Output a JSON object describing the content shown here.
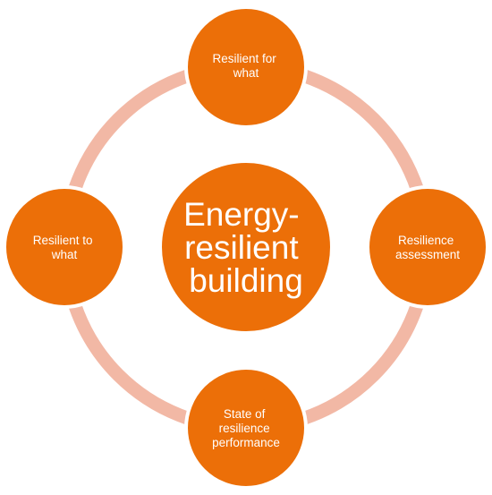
{
  "diagram": {
    "center": {
      "lines": [
        "Energy-",
        "resilient",
        "building"
      ]
    },
    "nodes": {
      "top": {
        "lines": [
          "Resilient for",
          "what"
        ]
      },
      "right": {
        "lines": [
          "Resilience",
          "assessment"
        ]
      },
      "bottom": {
        "lines": [
          "State of",
          "resilience",
          "performance"
        ]
      },
      "left": {
        "lines": [
          "Resilient to",
          "what"
        ]
      }
    },
    "colors": {
      "node_fill": "#ec6f08",
      "ring": "#f2b8a5",
      "text": "#ffffff"
    }
  }
}
